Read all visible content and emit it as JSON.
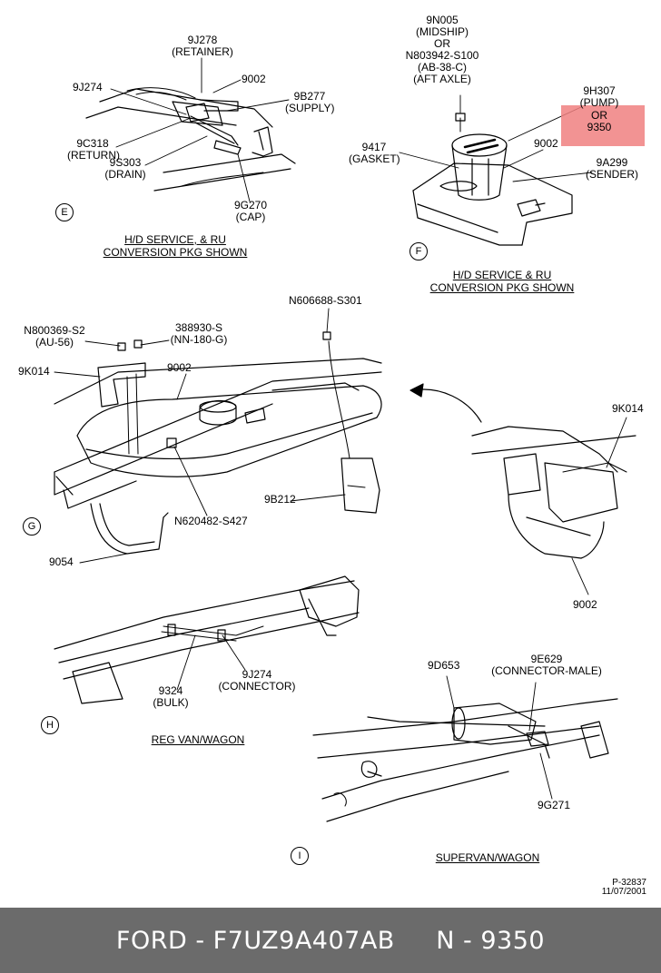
{
  "diagram": {
    "view_e": {
      "marker": "E",
      "caption_line1": "H/D SERVICE, & RU",
      "caption_line2": "CONVERSION PKG SHOWN",
      "labels": {
        "retainer": "9J278\n(RETAINER)",
        "j274": "9J274",
        "tank_9002": "9002",
        "supply": "9B277\n(SUPPLY)",
        "return": "9C318\n(RETURN)",
        "drain": "9S303\n(DRAIN)",
        "cap": "9G270\n(CAP)"
      }
    },
    "view_f": {
      "marker": "F",
      "caption_line1": "H/D SERVICE & RU",
      "caption_line2": "CONVERSION PKG SHOWN",
      "labels": {
        "top_part": "9N005\n(MIDSHIP)\nOR\nN803942-S100\n(AB-38-C)\n(AFT AXLE)",
        "pump": "9H307\n(PUMP)",
        "pump_or": "OR\n9350",
        "tank_9002": "9002",
        "gasket": "9417\n(GASKET)",
        "sender": "9A299\n(SENDER)"
      }
    },
    "view_g": {
      "marker": "G",
      "labels": {
        "n800369": "N800369-S2\n(AU-56)",
        "n388930": "388930-S\n(NN-180-G)",
        "n606688": "N606688-S301",
        "k014_left": "9K014",
        "tank_9002": "9002",
        "k014_right": "9K014",
        "b212": "9B212",
        "n620482": "N620482-S427",
        "strap": "9054",
        "tank_9002_right": "9002"
      }
    },
    "view_h": {
      "marker": "H",
      "caption": "REG VAN/WAGON",
      "labels": {
        "bulk": "9324\n(BULK)",
        "connector": "9J274\n(CONNECTOR)"
      }
    },
    "view_i": {
      "marker": "I",
      "caption": "SUPERVAN/WAGON",
      "labels": {
        "d653": "9D653",
        "e629": "9E629\n(CONNECTOR-MALE)",
        "g271": "9G271"
      }
    },
    "figure_ref": "P-32837\n11/07/2001"
  },
  "footer": {
    "text": "FORD - F7UZ9A407AB     N - 9350"
  },
  "colors": {
    "highlight": "#f08080",
    "footer_bg": "#6b6b6b",
    "footer_text": "#ffffff"
  }
}
